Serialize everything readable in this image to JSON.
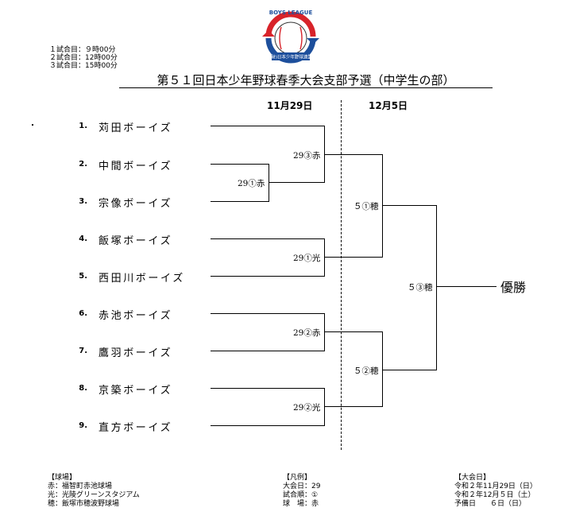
{
  "logo": {
    "top_text": "BOYS LEAGUE",
    "banner_text": "(財)日本少年野球連盟"
  },
  "schedule": [
    "１試合目：９時00分",
    "２試合目：12時00分",
    "３試合目：15時00分"
  ],
  "title": "第５１回日本少年野球春季大会支部予選（中学生の部）",
  "dates": {
    "day1": "11月29日",
    "day2": "12月5日"
  },
  "teams": [
    {
      "num": "1.",
      "name": "苅田ボーイズ"
    },
    {
      "num": "2.",
      "name": "中間ボーイズ"
    },
    {
      "num": "3.",
      "name": "宗像ボーイズ"
    },
    {
      "num": "4.",
      "name": "飯塚ボーイズ"
    },
    {
      "num": "5.",
      "name": "西田川ボーイズ"
    },
    {
      "num": "6.",
      "name": "赤池ボーイズ"
    },
    {
      "num": "7.",
      "name": "鷹羽ボーイズ"
    },
    {
      "num": "8.",
      "name": "京築ボーイズ"
    },
    {
      "num": "9.",
      "name": "直方ボーイズ"
    }
  ],
  "matches": {
    "r0": "29①赤",
    "r1a": "29③赤",
    "r1b": "29①光",
    "r1c": "29②赤",
    "r1d": "29②光",
    "r2a": "５①穂",
    "r2b": "５②穂",
    "final": "５③穂"
  },
  "winner": "優勝",
  "footer": {
    "venues": {
      "heading": "【球場】",
      "lines": [
        "赤：福智町赤池球場",
        "光：光陵グリーンスタジアム",
        "穂：飯塚市穂波野球場"
      ]
    },
    "legend": {
      "heading": "【凡例】",
      "lines": [
        "大会日：29",
        "試合順：①",
        "球　場：赤"
      ]
    },
    "dates": {
      "heading": "【大会日】",
      "lines": [
        "令和２年11月29日（日）",
        "令和２年12月５日（土）",
        "予備日　　６日（日）"
      ]
    }
  },
  "colors": {
    "logo_red": "#d8232a",
    "logo_blue": "#1d4f9c",
    "line": "#000000"
  }
}
